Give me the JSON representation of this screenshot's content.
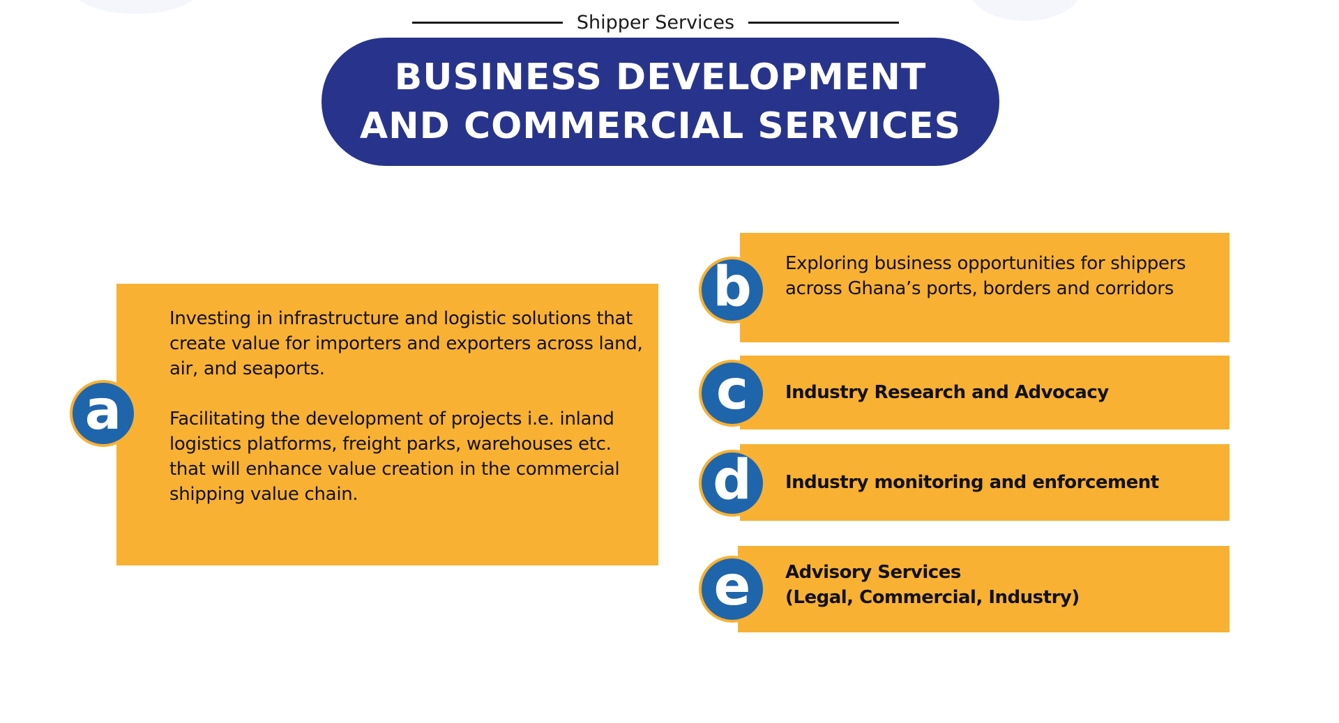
{
  "header": {
    "subtitle": "Shipper Services",
    "title_line_1": "BUSINESS DEVELOPMENT",
    "title_line_2": "AND COMMERCIAL SERVICES"
  },
  "colors": {
    "title_background": "#28348c",
    "box_fill": "#f8b133",
    "badge_fill": "#1f65ac",
    "text": "#111111"
  },
  "items": [
    {
      "letter": "a",
      "paragraphs": [
        "Investing in infrastructure and logistic solutions that create value for importers and exporters across land, air, and seaports.",
        "Facilitating the development of projects i.e. inland logistics platforms, freight parks, warehouses etc. that will enhance value creation in the commercial shipping value chain."
      ]
    },
    {
      "letter": "b",
      "text": "Exploring business opportunities for shippers across Ghana’s ports, borders and corridors"
    },
    {
      "letter": "c",
      "text": "Industry Research and Advocacy"
    },
    {
      "letter": "d",
      "text": "Industry monitoring and enforcement"
    },
    {
      "letter": "e",
      "line_1": "Advisory Services",
      "line_2": "(Legal, Commercial, Industry)"
    }
  ]
}
